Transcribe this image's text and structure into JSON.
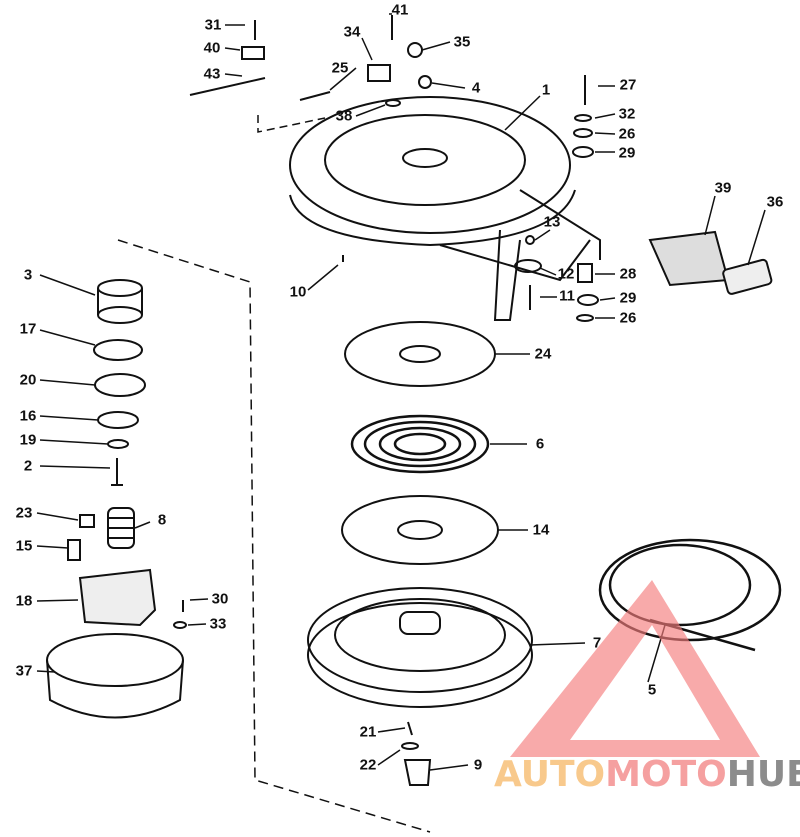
{
  "title": "Rewind starter exploded parts diagram",
  "labels": [
    "31",
    "41",
    "34",
    "35",
    "40",
    "25",
    "4",
    "43",
    "38",
    "1",
    "27",
    "32",
    "26",
    "29",
    "39",
    "36",
    "13",
    "3",
    "10",
    "12",
    "28",
    "11",
    "29",
    "26",
    "17",
    "24",
    "20",
    "6",
    "16",
    "19",
    "2",
    "23",
    "8",
    "14",
    "15",
    "18",
    "30",
    "33",
    "7",
    "37",
    "5",
    "21",
    "22",
    "9"
  ],
  "watermark": {
    "part1": "AUTO",
    "part2": "MOTO",
    "part3": "HUB",
    "colors": {
      "auto": "#f8c98c",
      "moto": "#f5a0a0",
      "hub": "#8c8c8c",
      "triangle": "#f47c7c"
    }
  }
}
